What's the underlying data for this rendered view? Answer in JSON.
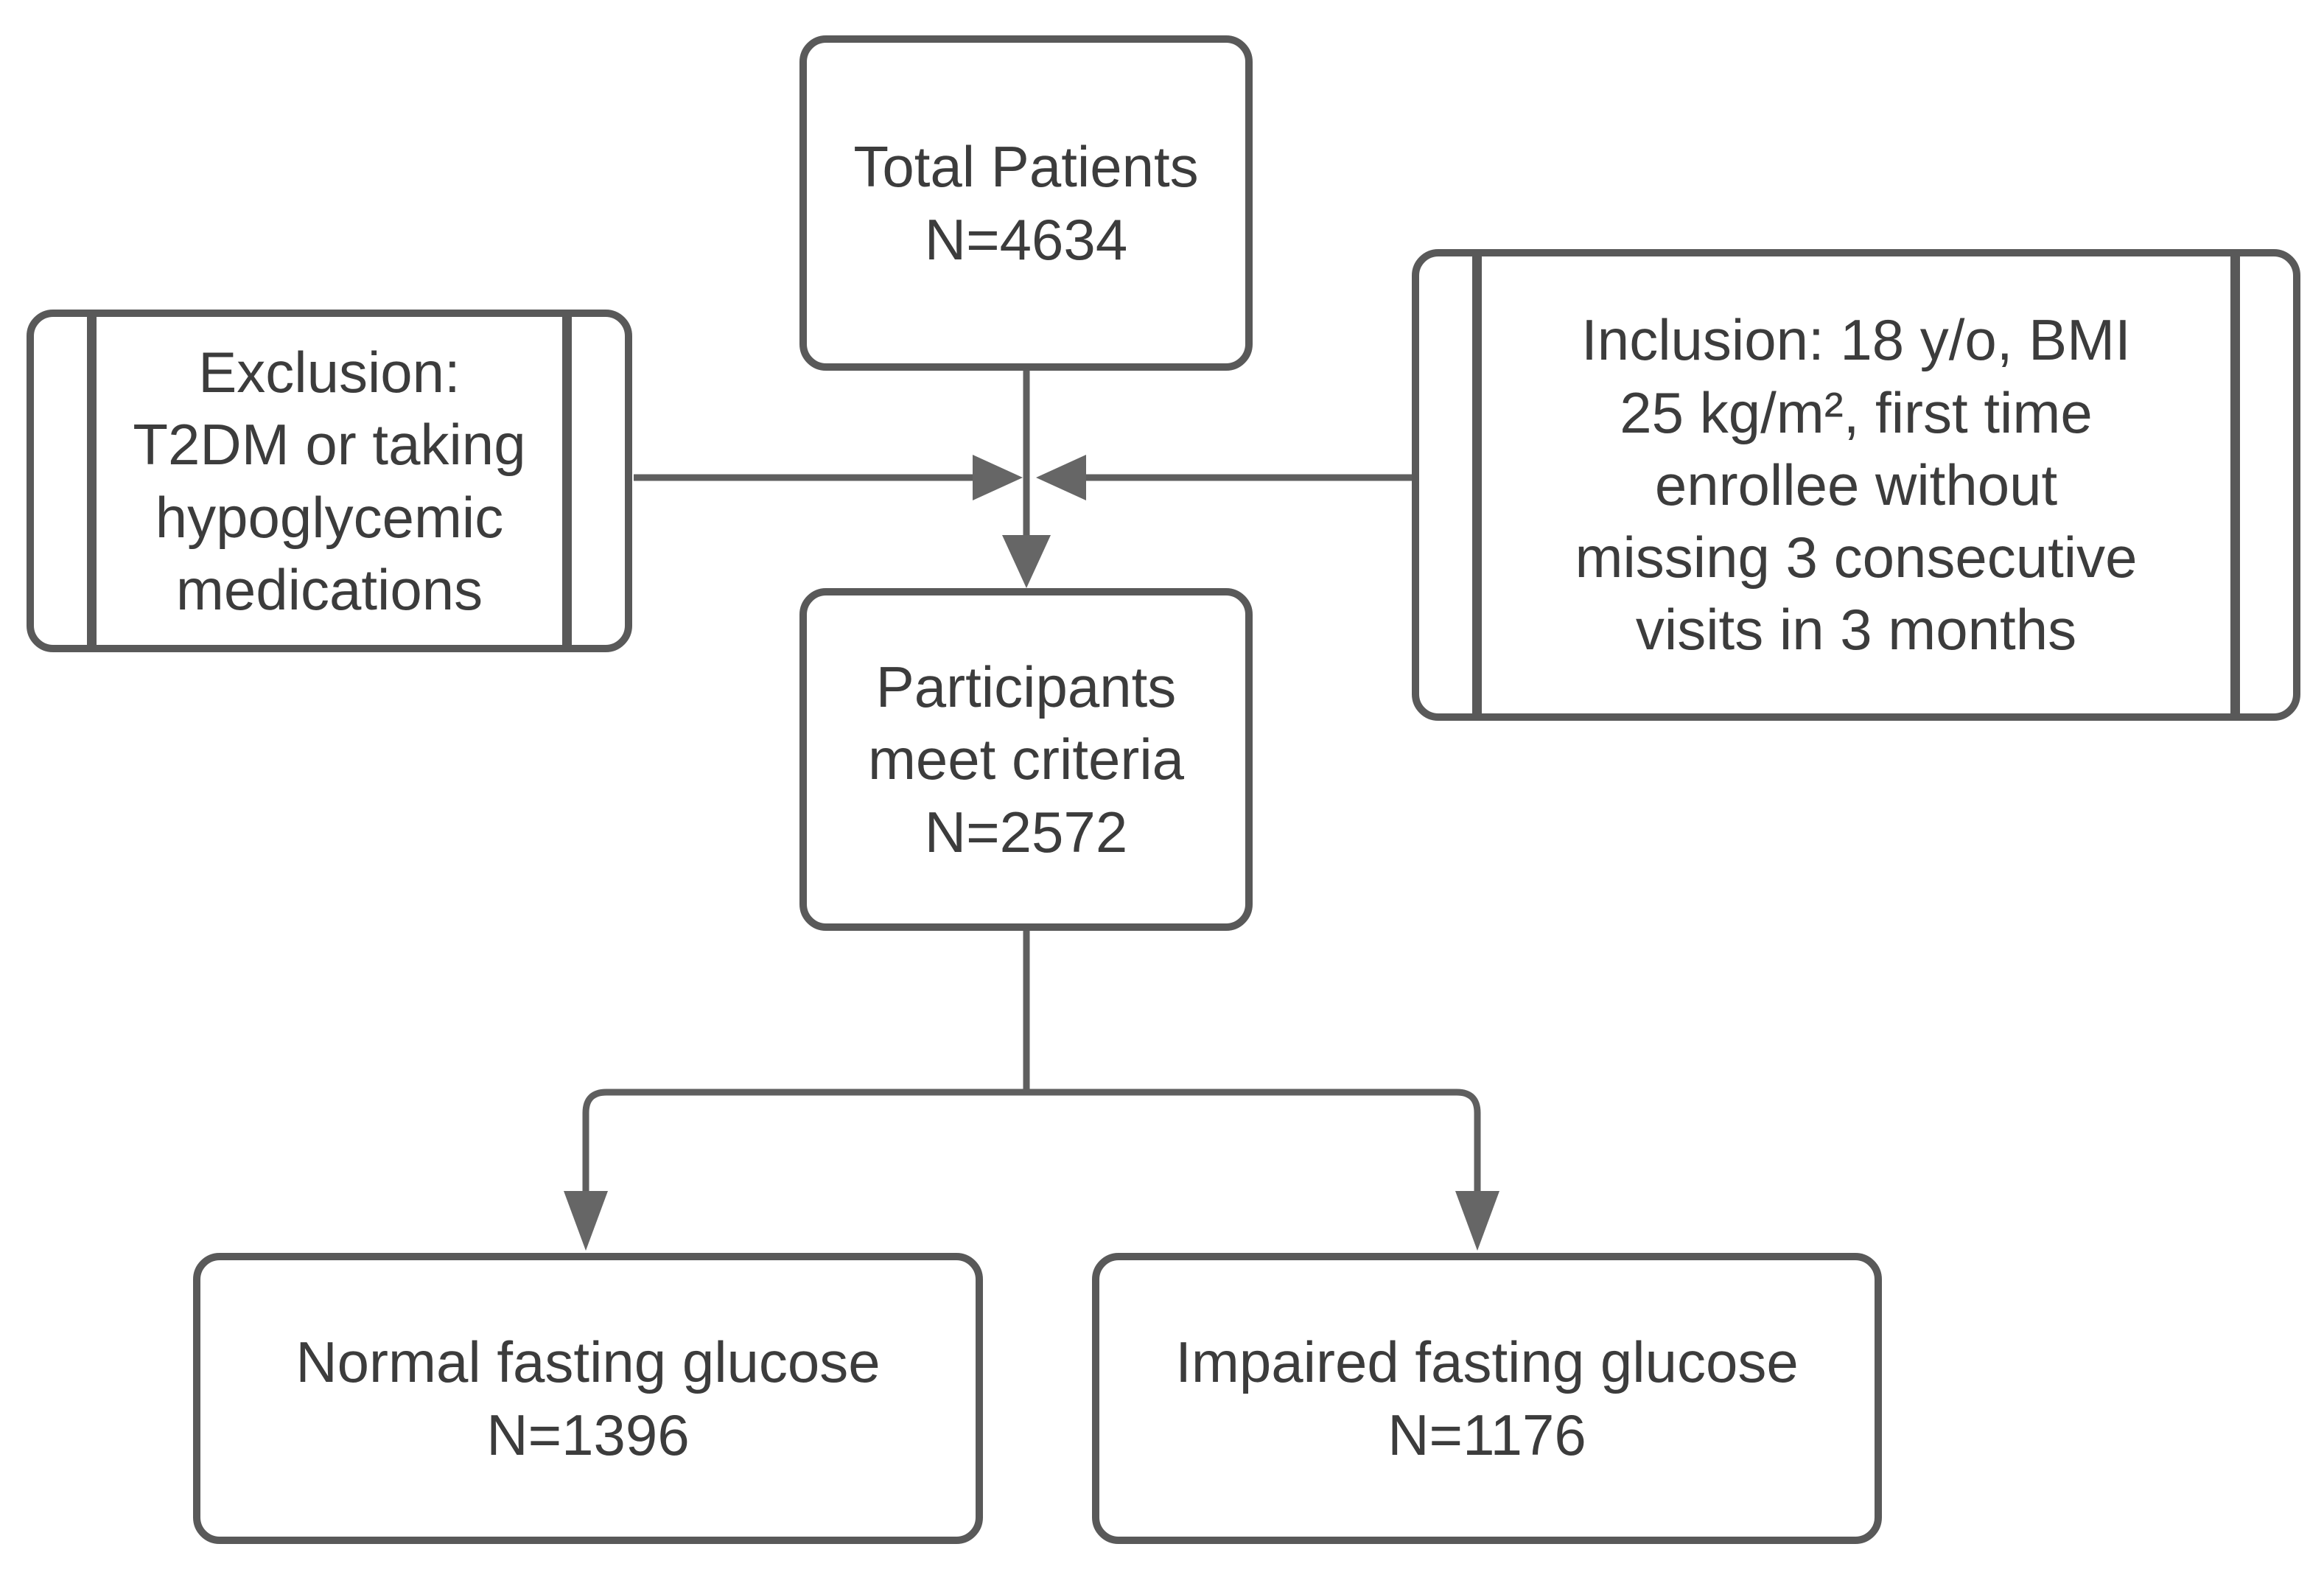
{
  "diagram": {
    "type": "flowchart",
    "colors": {
      "background": "#ffffff",
      "box_border": "#595959",
      "text": "#3c3c3c",
      "connector": "#5f5f5f"
    },
    "nodes": {
      "total_patients": {
        "label": "Total Patients",
        "count": "N=4634"
      },
      "exclusion": {
        "label": "Exclusion:\nT2DM or taking\nhypoglycemic\nmedications"
      },
      "inclusion": {
        "label": "Inclusion: 18 y/o, BMI\n25 kg/m², first time\nenrollee without\nmissing 3 consecutive\nvisits in 3 months"
      },
      "participants": {
        "label": "Participants\nmeet criteria",
        "count": "N=2572"
      },
      "normal_fasting_glucose": {
        "label": "Normal fasting glucose",
        "count": "N=1396"
      },
      "impaired_fasting_glucose": {
        "label": "Impaired fasting glucose",
        "count": "N=1176"
      }
    }
  }
}
